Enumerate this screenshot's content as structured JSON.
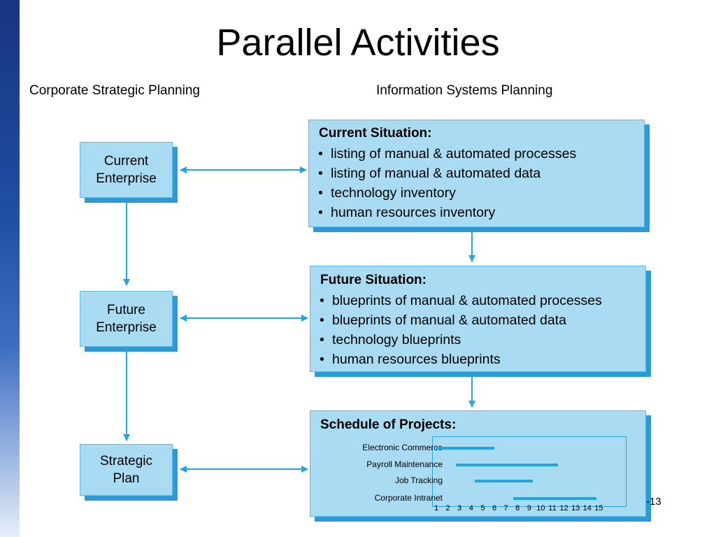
{
  "slide": {
    "title": "Parallel Activities",
    "left_heading": "Corporate Strategic Planning",
    "right_heading": "Information Systems Planning",
    "page_number": "-13"
  },
  "left_boxes": [
    {
      "line1": "Current",
      "line2": "Enterprise"
    },
    {
      "line1": "Future",
      "line2": "Enterprise"
    },
    {
      "line1": "Strategic",
      "line2": "Plan"
    }
  ],
  "current_situation": {
    "title": "Current Situation:",
    "bullets": [
      "listing of manual & automated processes",
      "listing of manual & automated data",
      "technology inventory",
      "human resources inventory"
    ]
  },
  "future_situation": {
    "title": "Future Situation:",
    "bullets": [
      "blueprints of manual & automated processes",
      "blueprints of manual & automated data",
      "technology blueprints",
      "human resources blueprints"
    ]
  },
  "schedule": {
    "title": "Schedule of Projects:",
    "axis_ticks": [
      "1",
      "2",
      "3",
      "4",
      "5",
      "6",
      "7",
      "8",
      "9",
      "10",
      "11",
      "12",
      "13",
      "14",
      "15"
    ],
    "projects": [
      {
        "name": "Electronic Commerce",
        "start": 1,
        "end": 6
      },
      {
        "name": "Payroll Maintenance",
        "start": 2.7,
        "end": 11.5
      },
      {
        "name": "Job Tracking",
        "start": 4.3,
        "end": 9.3
      },
      {
        "name": "Corporate Intranet",
        "start": 7.6,
        "end": 14.8
      }
    ]
  },
  "colors": {
    "box_fill": "#a9dbf3",
    "box_shadow": "#2c9ad6",
    "arrow": "#1fa6df"
  }
}
